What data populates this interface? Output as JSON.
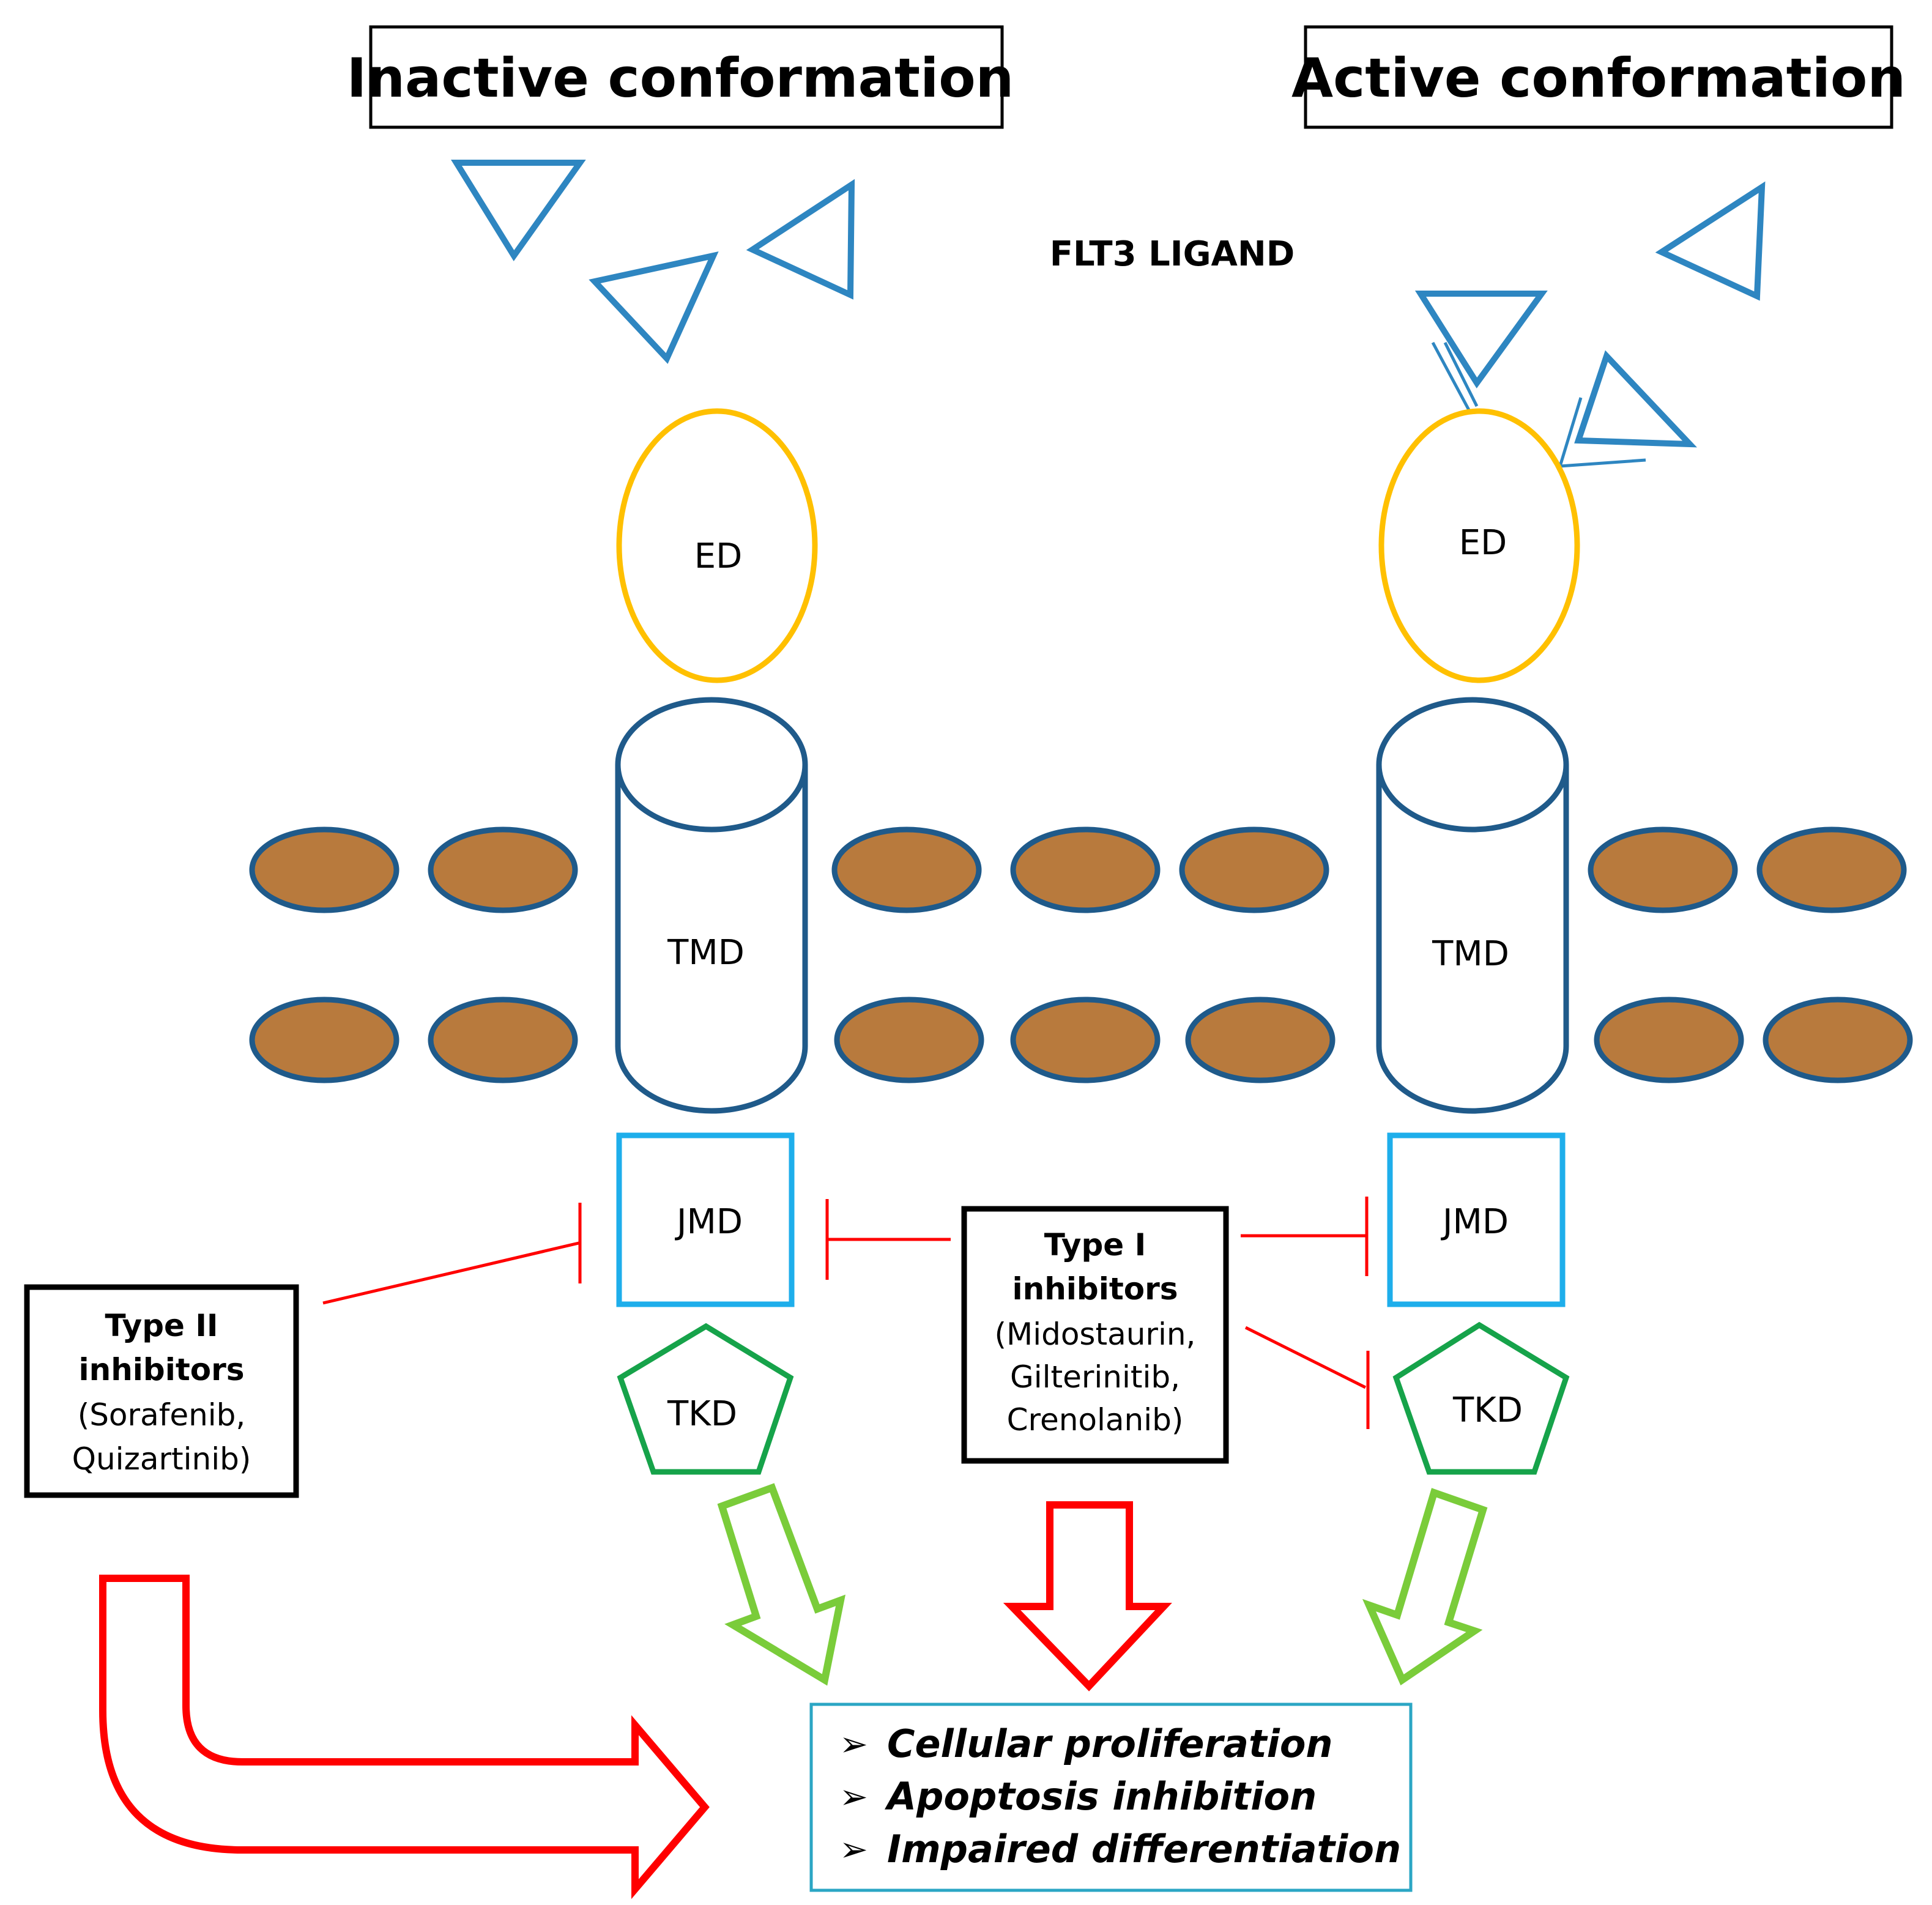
{
  "titles": {
    "inactive": "Inactive conformation",
    "active": "Active conformation"
  },
  "ligand_label": "FLT3 LIGAND",
  "domains": {
    "ed": "ED",
    "tmd": "TMD",
    "jmd": "JMD",
    "tkd": "TKD"
  },
  "type1": {
    "title_line1": "Type I",
    "title_line2": "inhibitors",
    "drugs": [
      "(Midostaurin,",
      "Gilterinitib,",
      "Crenolanib)"
    ]
  },
  "type2": {
    "title_line1": "Type II",
    "title_line2": "inhibitors",
    "drugs": [
      "(Sorafenib,",
      "Quizartinib)"
    ]
  },
  "outcomes": {
    "bullet": "➢",
    "items": [
      "Cellular proliferation",
      "Apoptosis inhibition",
      "Impaired differentiation"
    ]
  },
  "colors": {
    "ligand_blue": "#2E86C1",
    "ed_yellow": "#FFC000",
    "tmd_navy": "#1F5A8A",
    "lipid_brown": "#B87A3D",
    "jmd_cyan": "#1EAEEB",
    "tkd_green": "#16A34A",
    "signal_green": "#7ACC3A",
    "inhibit_red": "#FF0000",
    "outcome_box": "#2BA6C4"
  }
}
